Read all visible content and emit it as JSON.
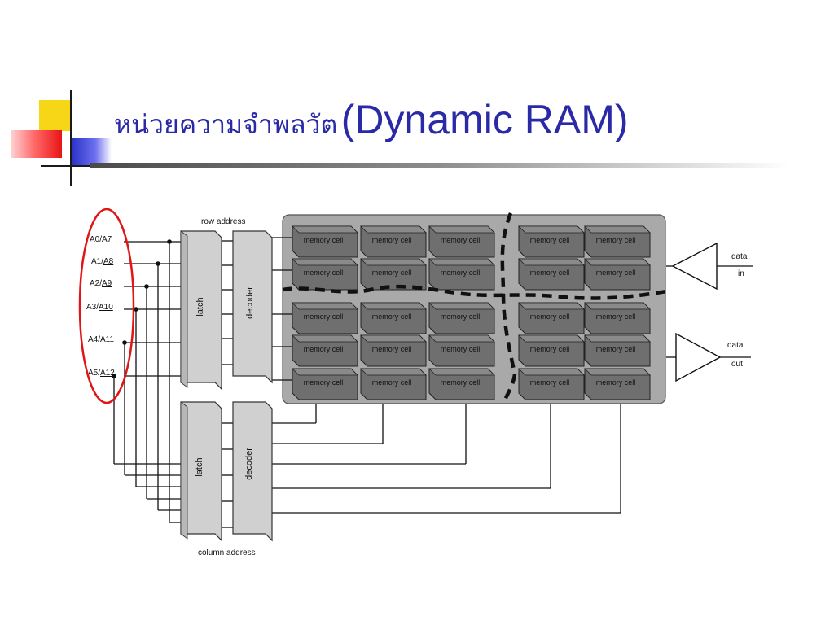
{
  "slide": {
    "title_thai": "หน่วยความจำพลวัต",
    "title_english": "(Dynamic RAM)"
  },
  "diagram": {
    "address_lines": [
      {
        "plain": "A0/",
        "underlined": "A7"
      },
      {
        "plain": "A1/",
        "underlined": "A8"
      },
      {
        "plain": "A2/",
        "underlined": "A9"
      },
      {
        "plain": "A3/",
        "underlined": "A10"
      },
      {
        "plain": "A4/",
        "underlined": "A11"
      },
      {
        "plain": "A5/",
        "underlined": "A12"
      }
    ],
    "row_address_label": "row address",
    "column_address_label": "column address",
    "latch_label": "latch",
    "decoder_label": "decoder",
    "memory_cell_label": "memory cell",
    "data_in": {
      "line1": "data",
      "line2": "in"
    },
    "data_out": {
      "line1": "data",
      "line2": "out"
    }
  },
  "colors": {
    "title": "#2a2aa6",
    "highlight_ellipse": "#e01515",
    "array_background": "#a9a9a9",
    "memory_cell": "#6f6f6f"
  }
}
